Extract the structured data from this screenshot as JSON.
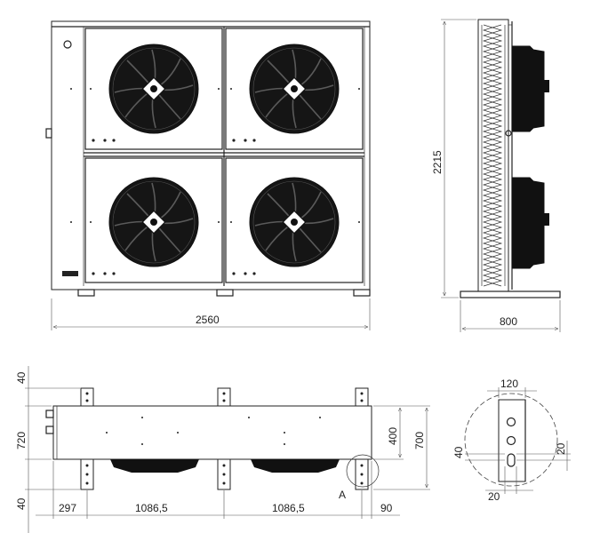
{
  "dimensions": {
    "front_width": "2560",
    "height": "2215",
    "side_depth": "800",
    "offset_left": "297",
    "fan_spacing_1": "1086,5",
    "fan_spacing_2": "1086,5",
    "offset_right": "90",
    "top_margin": "40",
    "body_height": "720",
    "bottom_margin": "40",
    "inner_height": "400",
    "outer_height": "700",
    "detail_width": "120",
    "detail_left": "40",
    "detail_bottom": "20",
    "detail_right": "20"
  },
  "labels": {
    "detail_marker": "A"
  }
}
